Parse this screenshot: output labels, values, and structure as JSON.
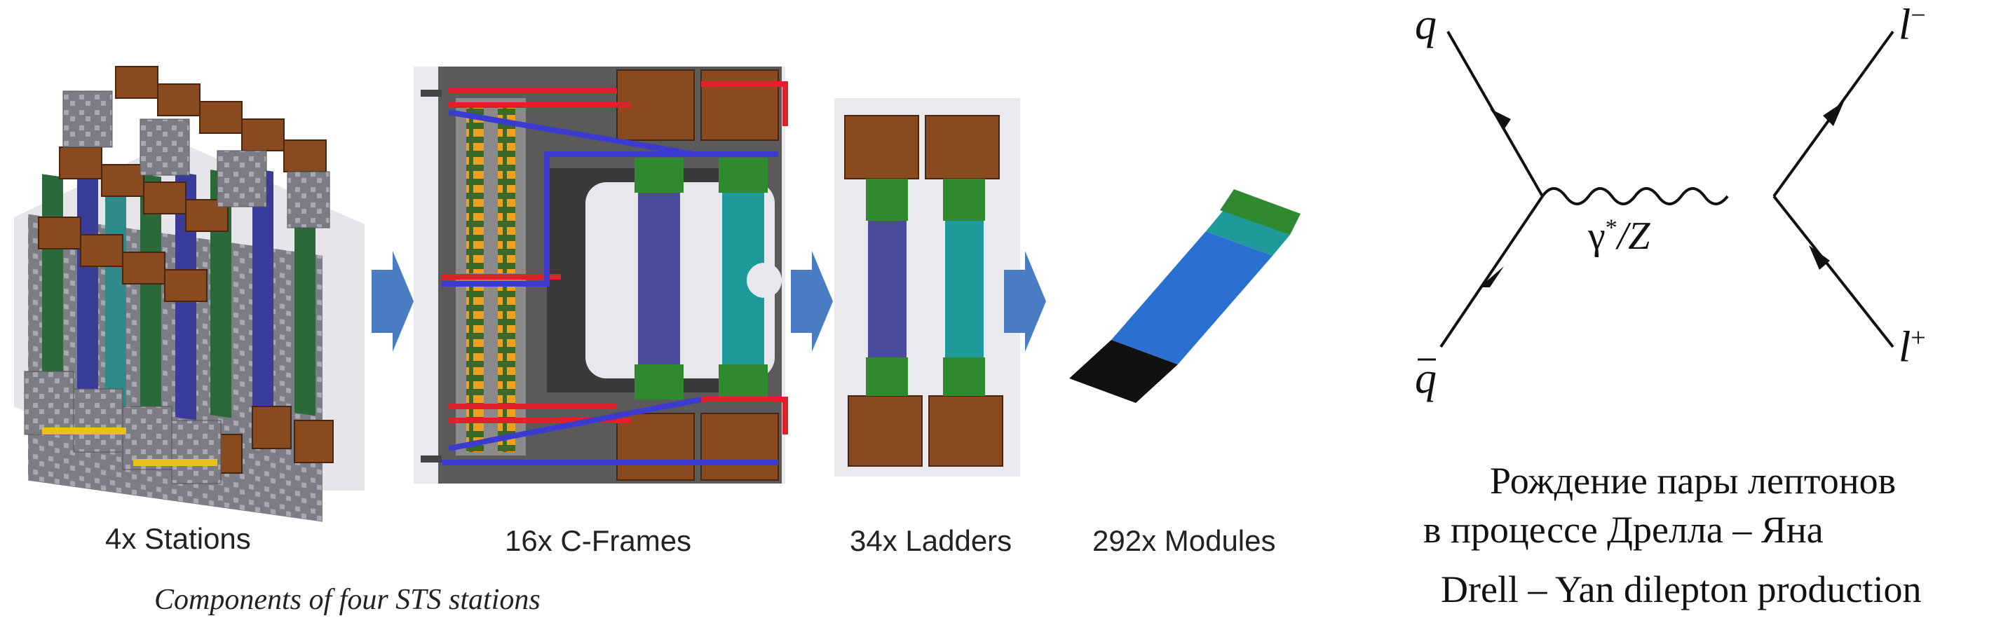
{
  "left_panel": {
    "components": [
      {
        "label": "4x Stations"
      },
      {
        "label": "16x C-Frames"
      },
      {
        "label": "34x Ladders"
      },
      {
        "label": "292x Modules"
      }
    ],
    "caption": "Components of four STS stations",
    "colors": {
      "arrow": "#4a7cc4",
      "copper": "#8a4a1f",
      "green": "#2f8a2f",
      "blue_sensor": "#5a5cb0",
      "teal_sensor": "#1e9a9a",
      "frame": "#5a5a5a",
      "cable_red": "#e0202a",
      "cable_blue": "#3b3bd0"
    }
  },
  "feynman": {
    "q": "q",
    "qbar": "q",
    "lminus_base": "l",
    "lminus_sup": "−",
    "lplus_base": "l",
    "lplus_sup": "+",
    "boson_gamma": "γ",
    "boson_star": "*",
    "boson_z": "/Z",
    "caption_ru_line1": "Рождение пары лептонов",
    "caption_ru_line2": "в процессе Дрелла – Яна",
    "caption_en": "Drell – Yan dilepton production"
  }
}
